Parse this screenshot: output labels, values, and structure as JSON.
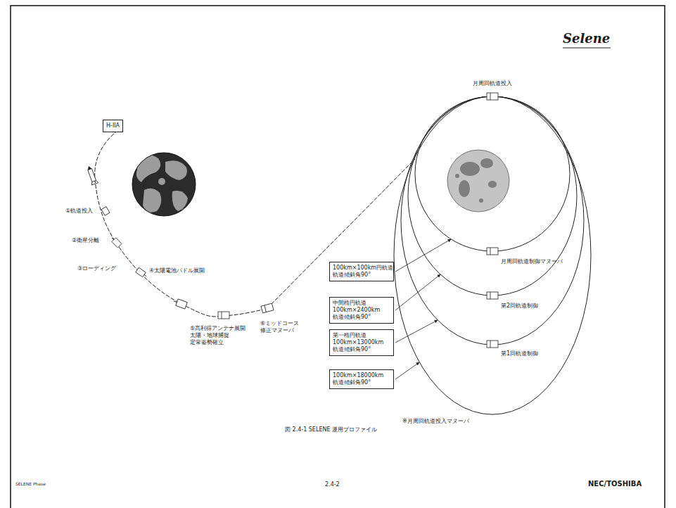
{
  "diagram": {
    "caption": "図 2.4-1 SELENE 運用プロファイル",
    "nodes": [
      {
        "text": [
          "H-IIA"
        ]
      },
      {
        "text": [
          "100km×100km円軌道 軌道傾斜角90°"
        ]
      },
      {
        "text": [
          "中間楕円軌道 100km×2400km 軌道傾斜角90°"
        ]
      },
      {
        "text": [
          "第一楕円軌道 100km×13000km 軌道傾斜角90°"
        ]
      },
      {
        "text": [
          "100km×18000km 軌道傾斜角90°"
        ]
      }
    ],
    "labels": [
      "Selene",
      "①軌道投入",
      "②衛星分離",
      "③ローディング",
      "④太陽電池パドル展開",
      "⑤高利得アンテナ展開 太陽・地球捕捉 定常姿勢確立",
      "⑥ミッドコース 修正マヌーバ",
      "月周回軌道投入",
      "月周回軌道制御マヌーバ",
      "第2回軌道制御",
      "第1回軌道制御",
      "※月周回軌道投入マヌーバ",
      "SELENE Phase",
      "2.4-2",
      "NEC/TOSHIBA"
    ]
  }
}
